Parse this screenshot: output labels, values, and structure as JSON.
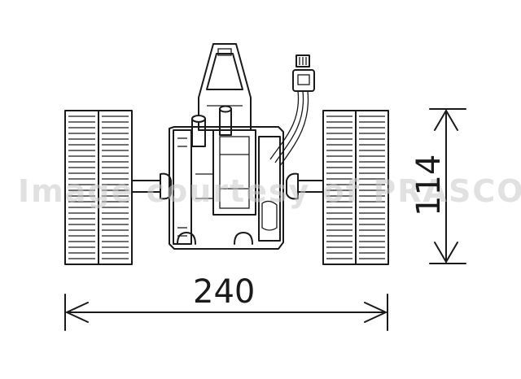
{
  "dimensions": {
    "width_label": "240",
    "height_label": "114"
  },
  "watermark": {
    "text": "Image courtesy of PRASCO AVA BN b.v."
  },
  "colors": {
    "line": "#1a1a1a",
    "background": "#ffffff",
    "watermark": "#c8c8c8"
  }
}
